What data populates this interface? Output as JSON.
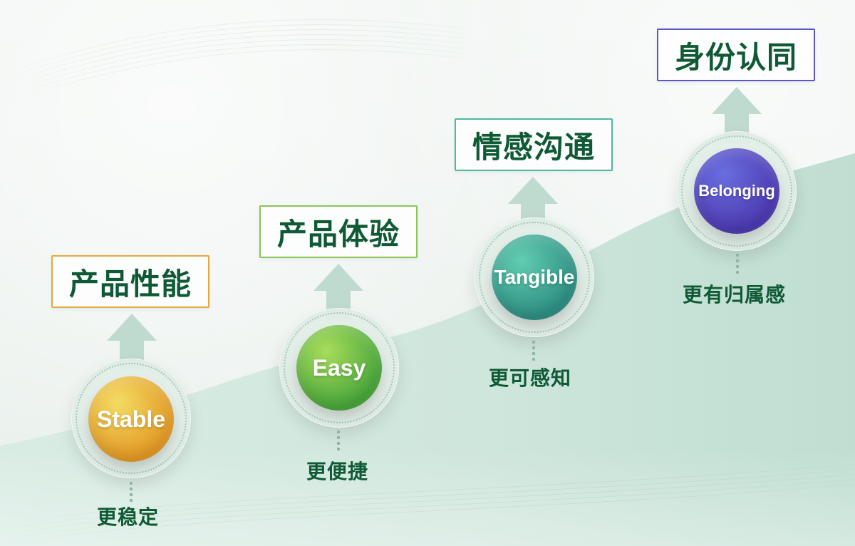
{
  "diagram": {
    "colors": {
      "heading_text": "#0f5a35",
      "caption_text": "#0f5a35",
      "background": "#eef3f0",
      "wave_fill": "#cfe6dc",
      "arrow_fill": "#bcd8cb"
    },
    "stages": [
      {
        "heading": "产品性能",
        "orb_label": "Stable",
        "caption": "更稳定",
        "box_border": "#e2a93f",
        "orb_gradient": [
          "#f3dc63",
          "#e39a26"
        ]
      },
      {
        "heading": "产品体验",
        "orb_label": "Easy",
        "caption": "更便捷",
        "box_border": "#8ac65b",
        "orb_gradient": [
          "#a8dd5b",
          "#4aa63b"
        ]
      },
      {
        "heading": "情感沟通",
        "orb_label": "Tangible",
        "caption": "更可感知",
        "box_border": "#4db8a1",
        "orb_gradient": [
          "#62cdb1",
          "#2f8f83"
        ]
      },
      {
        "heading": "身份认同",
        "orb_label": "Belonging",
        "caption": "更有归属感",
        "box_border": "#5b57c8",
        "orb_gradient": [
          "#6a6ee0",
          "#4c3ab0"
        ]
      }
    ]
  }
}
